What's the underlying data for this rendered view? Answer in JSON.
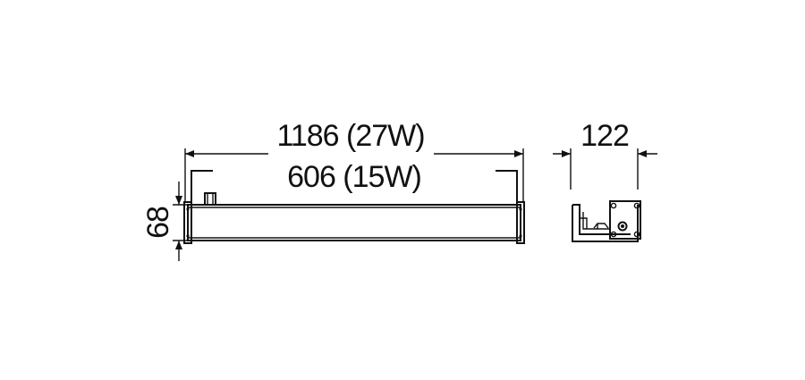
{
  "dimensions": {
    "length_long": "1186 (27W)",
    "length_short": "606 (15W)",
    "height": "68",
    "depth": "122"
  },
  "colors": {
    "line": "#111111",
    "background": "#ffffff"
  }
}
